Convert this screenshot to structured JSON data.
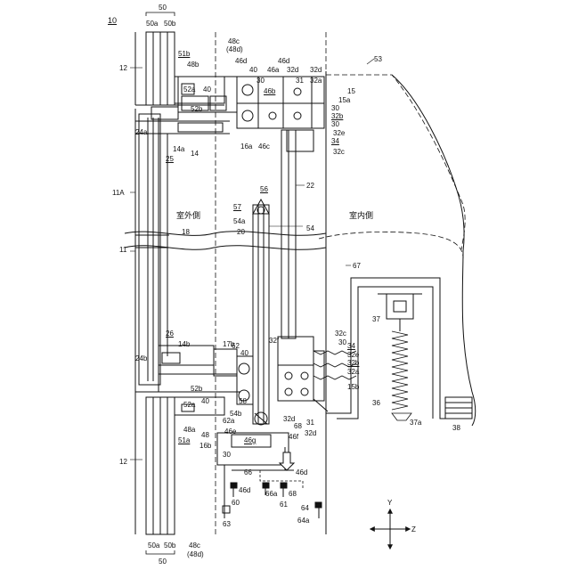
{
  "figure_number": "10",
  "labels": {
    "n50_top": "50",
    "n50a_top": "50a",
    "n50b_top": "50b",
    "n48c_top": "48c",
    "n48d_top": "(48d)",
    "n12_top": "12",
    "n51b": "51b",
    "n48b": "48b",
    "n52a_top": "52a",
    "n40_a": "40",
    "n46d_a": "46d",
    "n40_b": "40",
    "n46a_top": "46a",
    "n46d_b": "46d",
    "n32d_a": "32d",
    "n32d_b": "32d",
    "n53": "53",
    "n30_a": "30",
    "n31_top": "31",
    "n32a_top": "32a",
    "n15": "15",
    "n15a": "15a",
    "n46b_top": "46b",
    "n52b_top": "52b",
    "n30_b": "30",
    "n32b_top": "32b",
    "n30_c": "30",
    "n32e_top": "32e",
    "n34_top": "34",
    "n32c_top": "32c",
    "n24a": "24a",
    "n25": "25",
    "n14a": "14a",
    "n14": "14",
    "n16a": "16a",
    "n46c_top": "46c",
    "n11A": "11A",
    "n22": "22",
    "n56": "56",
    "n57": "57",
    "n54a": "54a",
    "n20": "20",
    "n54": "54",
    "outdoor": "室外側",
    "indoor": "室内側",
    "n11": "11",
    "n18": "18",
    "n67": "67",
    "n37": "37",
    "n26": "26",
    "n14b": "14b",
    "n17b": "17b",
    "n62": "62",
    "n40_c": "40",
    "n32c_mid": "32c",
    "n30_d": "30",
    "n34_mid": "34",
    "n32e_mid": "32e",
    "n32b_mid": "32b",
    "n32a_mid": "32a",
    "n24b": "24b",
    "n15b": "15b",
    "n52b_bot": "52b",
    "n52a_bot": "52a",
    "n40_d": "40",
    "n58": "58",
    "n32f": "32f",
    "n36": "36",
    "n68_a": "68",
    "n31_bot": "31",
    "n54b": "54b",
    "n32d_c": "32d",
    "n32d_d": "32d",
    "n37a": "37a",
    "n38": "38",
    "n48a": "48a",
    "n48": "48",
    "n62a": "62a",
    "n46e": "46e",
    "n51a": "51a",
    "n16b": "16b",
    "n46g": "46g",
    "n46f": "46f",
    "n12_bot": "12",
    "n30_e": "30",
    "n66": "66",
    "n46d_c": "46d",
    "n46d_d": "46d",
    "n60": "60",
    "n66a": "66a",
    "n68_b": "68",
    "n61": "61",
    "n63": "63",
    "n64": "64",
    "n64a": "64a",
    "n50a_bot": "50a",
    "n50b_bot": "50b",
    "n48c_bot": "48c",
    "n48d_bot": "(48d)",
    "n50_bot": "50",
    "axis_y": "Y",
    "axis_z": "Z"
  }
}
